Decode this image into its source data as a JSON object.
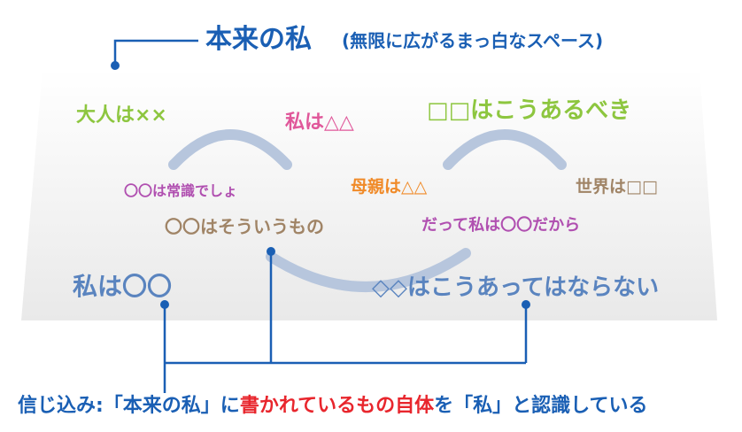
{
  "title": {
    "main": "本来の私",
    "sub": "(無限に広がるまっ白なスペース)"
  },
  "labels": {
    "t1": "大人は××",
    "t2": "私は△△",
    "t3": "□□はこうあるべき",
    "t4": "〇〇は常識でしょ",
    "t5": "母親は△△",
    "t6": "世界は□□",
    "t7": "〇〇はそういうもの",
    "t8": "だって私は〇〇だから",
    "t9": "私は〇〇",
    "t10": "◇◇はこうあってはならない"
  },
  "caption": {
    "prefix": "信じ込み:「本来の私」に",
    "highlight": "書かれているもの自体",
    "suffix": "を「私」と認識している"
  },
  "colors": {
    "primary_blue": "#1a5fb4",
    "green": "#8dc63f",
    "pink": "#e0579a",
    "purple": "#b04fb0",
    "orange": "#f08a28",
    "tan": "#a08466",
    "steel_blue": "#5a84bf",
    "red": "#e8262d",
    "arc": "#b7c6dd"
  }
}
